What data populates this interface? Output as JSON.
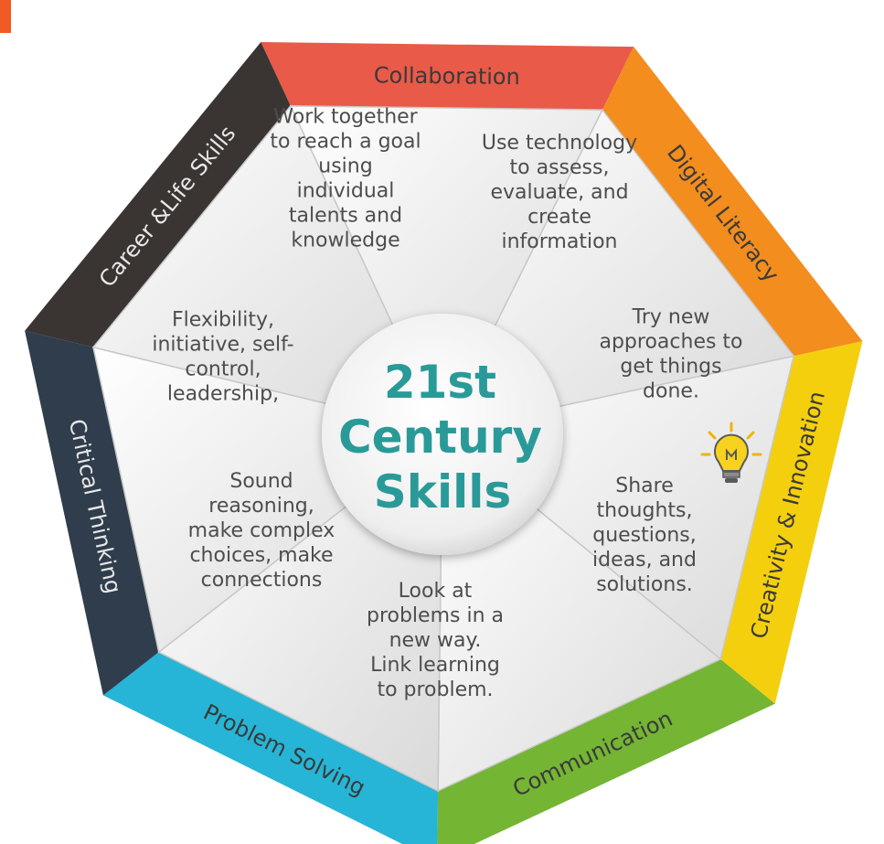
{
  "center_title": [
    "21st",
    "Century",
    "Skills"
  ],
  "segments": [
    {
      "label": "Collaboration",
      "color": "#e95a48",
      "description": [
        "Work together",
        "to reach a goal",
        "using",
        "individual",
        "talents and",
        "knowledge"
      ]
    },
    {
      "label": "Digital Literacy",
      "color": "#f28d1e",
      "description": [
        "Use technology",
        "to assess,",
        "evaluate, and",
        "create",
        "information"
      ]
    },
    {
      "label": "Creativity & Innovation",
      "color": "#f4cf0e",
      "description": [
        "Try new",
        "approaches to",
        "get things",
        "done."
      ]
    },
    {
      "label": "Communication",
      "color": "#74b534",
      "description": [
        "Share",
        "thoughts,",
        "questions,",
        "ideas, and",
        "solutions."
      ]
    },
    {
      "label": "Problem Solving",
      "color": "#26b5d6",
      "description": [
        "Look at",
        "problems in a",
        "new way.",
        "Link learning",
        "to problem."
      ]
    },
    {
      "label": "Critical Thinking",
      "color": "#2f3d4c",
      "description": [
        "Sound",
        "reasoning,",
        "make complex",
        "choices, make",
        "connections"
      ]
    },
    {
      "label": "Career &Life Skills",
      "color": "#3a3532",
      "description": [
        "Flexibility,",
        "initiative, self-",
        "control,",
        "leadership,"
      ]
    }
  ],
  "icons": {
    "idea": "lightbulb-icon"
  },
  "colors": {
    "center_text": "#2a9a98",
    "accent_mark": "#f15a22",
    "label_text_dark": "#3a3a3a",
    "label_text_light": "#e8e8e8"
  }
}
